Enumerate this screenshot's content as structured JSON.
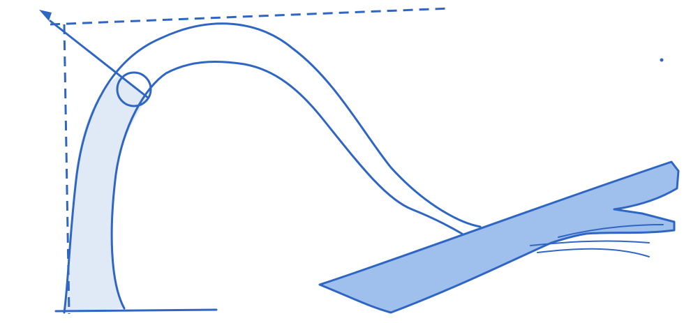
{
  "diagram": {
    "subject": "bent-stem-sketch",
    "colors": {
      "stroke": "#2f66c4",
      "stem_fill": "#dfeaf6",
      "branch_fill": "#9fbfec",
      "background": "#ffffff"
    },
    "elements": [
      "dashed-horizontal-guide",
      "dashed-vertical-guide",
      "arrowhead-marker",
      "diagonal-guide-line",
      "bend-circle-marker",
      "curved-stem",
      "ground-line",
      "lower-branch"
    ]
  }
}
